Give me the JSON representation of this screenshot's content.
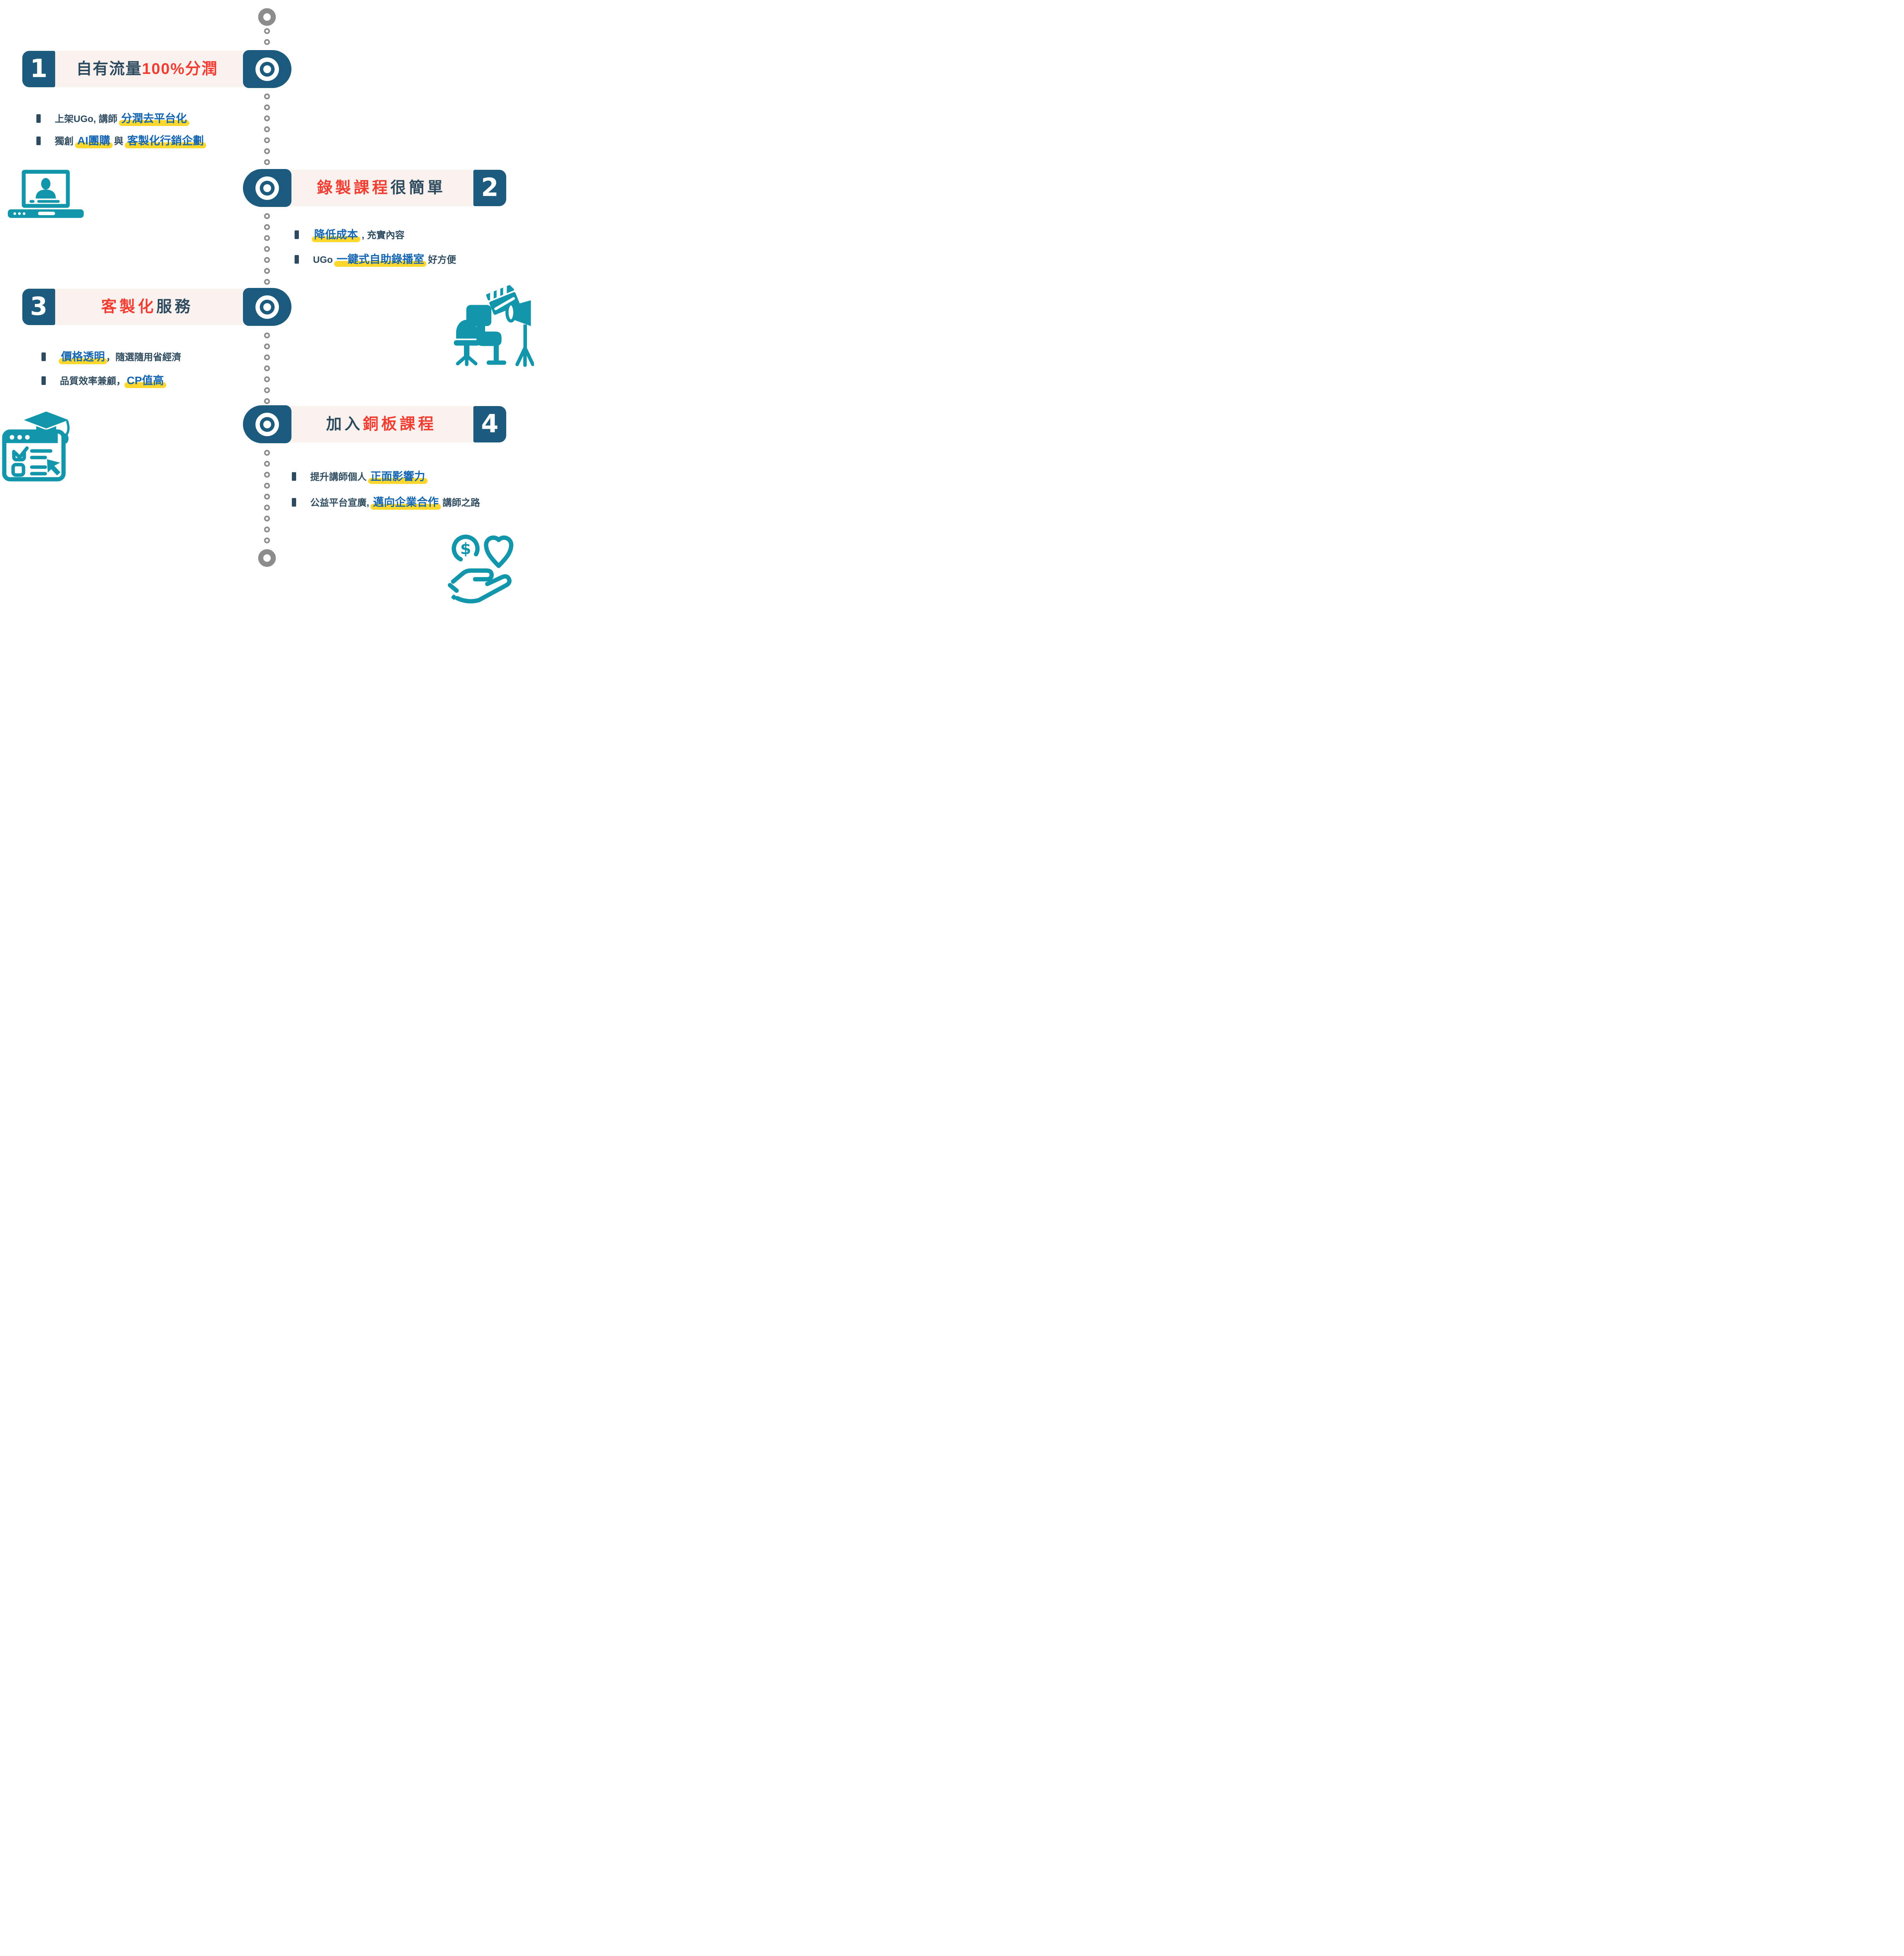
{
  "palette": {
    "node_blue": "#1c5a7e",
    "header_bg": "#faf2ee",
    "title_dark": "#2d4a5e",
    "accent_red": "#f23d33",
    "keyword_blue": "#1566b2",
    "highlight_yellow": "#fdd72c",
    "icon_teal": "#1296ac",
    "timeline_gray": "#8c8c8c"
  },
  "sections": [
    {
      "number": "1",
      "side": "left",
      "icon": "laptop-presenter-icon",
      "title": [
        {
          "text": "自有流量",
          "style": "dark"
        },
        {
          "text": "100%分潤",
          "style": "red"
        }
      ],
      "bullets": [
        [
          {
            "text": "上架UGo, 講師 ",
            "style": "normal"
          },
          {
            "text": "分潤去平台化",
            "style": "keyword"
          }
        ],
        [
          {
            "text": "獨創 ",
            "style": "normal"
          },
          {
            "text": "AI團購",
            "style": "keyword"
          },
          {
            "text": " 與 ",
            "style": "normal"
          },
          {
            "text": "客製化行銷企劃",
            "style": "keyword"
          }
        ]
      ]
    },
    {
      "number": "2",
      "side": "right",
      "icon": "recording-studio-icon",
      "title": [
        {
          "text": "錄製課程",
          "style": "red"
        },
        {
          "text": "很簡單",
          "style": "dark"
        }
      ],
      "bullets": [
        [
          {
            "text": "降低成本",
            "style": "keyword"
          },
          {
            "text": " , 充實內容",
            "style": "normal"
          }
        ],
        [
          {
            "text": "UGo ",
            "style": "normal"
          },
          {
            "text": "一鍵式自助錄播室",
            "style": "keyword"
          },
          {
            "text": " 好方便",
            "style": "normal"
          }
        ]
      ]
    },
    {
      "number": "3",
      "side": "left",
      "icon": "online-course-checklist-icon",
      "title": [
        {
          "text": "客製化",
          "style": "red"
        },
        {
          "text": "服務",
          "style": "dark"
        }
      ],
      "bullets": [
        [
          {
            "text": "價格透明",
            "style": "keyword"
          },
          {
            "text": "，隨選隨用省經濟",
            "style": "normal"
          }
        ],
        [
          {
            "text": "品質效率兼顧，",
            "style": "normal"
          },
          {
            "text": "CP值高",
            "style": "keyword"
          }
        ]
      ]
    },
    {
      "number": "4",
      "side": "right",
      "icon": "donation-hand-heart-icon",
      "title": [
        {
          "text": "加入",
          "style": "dark"
        },
        {
          "text": "銅板課程",
          "style": "red"
        }
      ],
      "bullets": [
        [
          {
            "text": "提升講師個人 ",
            "style": "normal"
          },
          {
            "text": "正面影響力",
            "style": "keyword"
          }
        ],
        [
          {
            "text": "公益平台宣廣, ",
            "style": "normal"
          },
          {
            "text": "邁向企業合作",
            "style": "keyword"
          },
          {
            "text": " 講師之路",
            "style": "normal"
          }
        ]
      ]
    }
  ]
}
